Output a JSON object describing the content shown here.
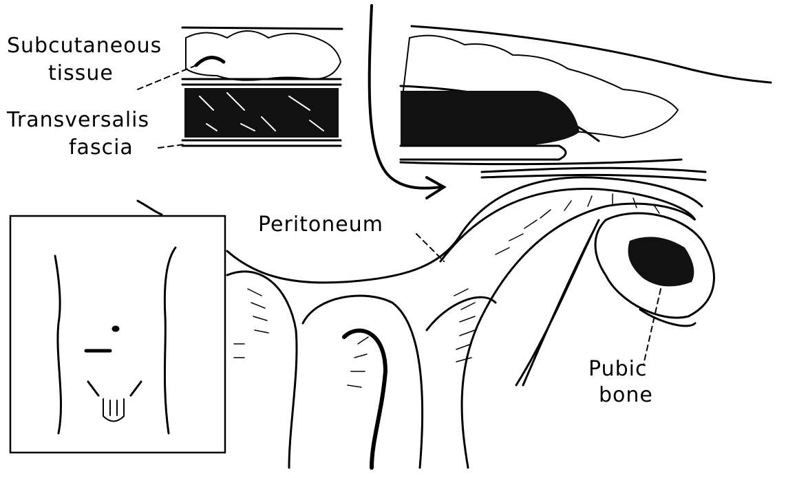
{
  "title": "Cross-section of lower abdominal wall",
  "labels": {
    "subcutaneous_1": "Subcutaneous",
    "subcutaneous_2": "tissue",
    "transversalis_1": "Transversalis",
    "transversalis_2": "fascia",
    "peritoneum": "Peritoneum",
    "pubic_1": "Pubic",
    "pubic_2": "bone"
  },
  "colors": {
    "ink": "#000000",
    "paper": "#ffffff"
  }
}
